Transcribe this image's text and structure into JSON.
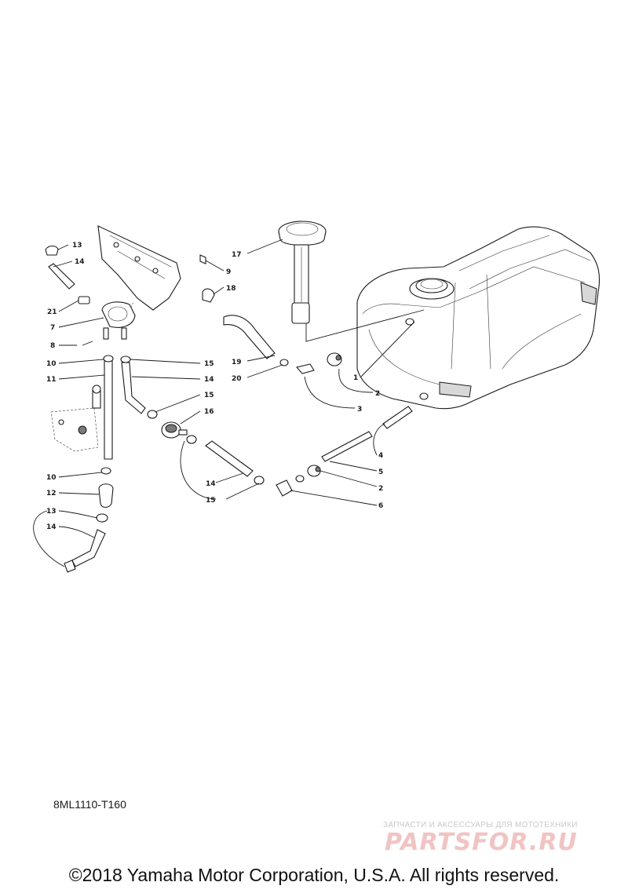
{
  "diagram": {
    "code": "8ML1110-T160",
    "copyright": "©2018 Yamaha Motor Corporation, U.S.A. All rights reserved.",
    "watermark": {
      "tagline": "ЗАПЧАСТИ И АКСЕССУАРЫ ДЛЯ МОТОТЕХНИКИ",
      "logo": "PARTSFOR.RU"
    },
    "callouts": [
      "1",
      "2",
      "3",
      "20",
      "19",
      "17",
      "9",
      "18",
      "13",
      "14",
      "21",
      "7",
      "8",
      "10",
      "11",
      "15",
      "14",
      "15",
      "16",
      "14",
      "15",
      "10",
      "12",
      "13",
      "14",
      "4",
      "5",
      "2",
      "6"
    ]
  }
}
